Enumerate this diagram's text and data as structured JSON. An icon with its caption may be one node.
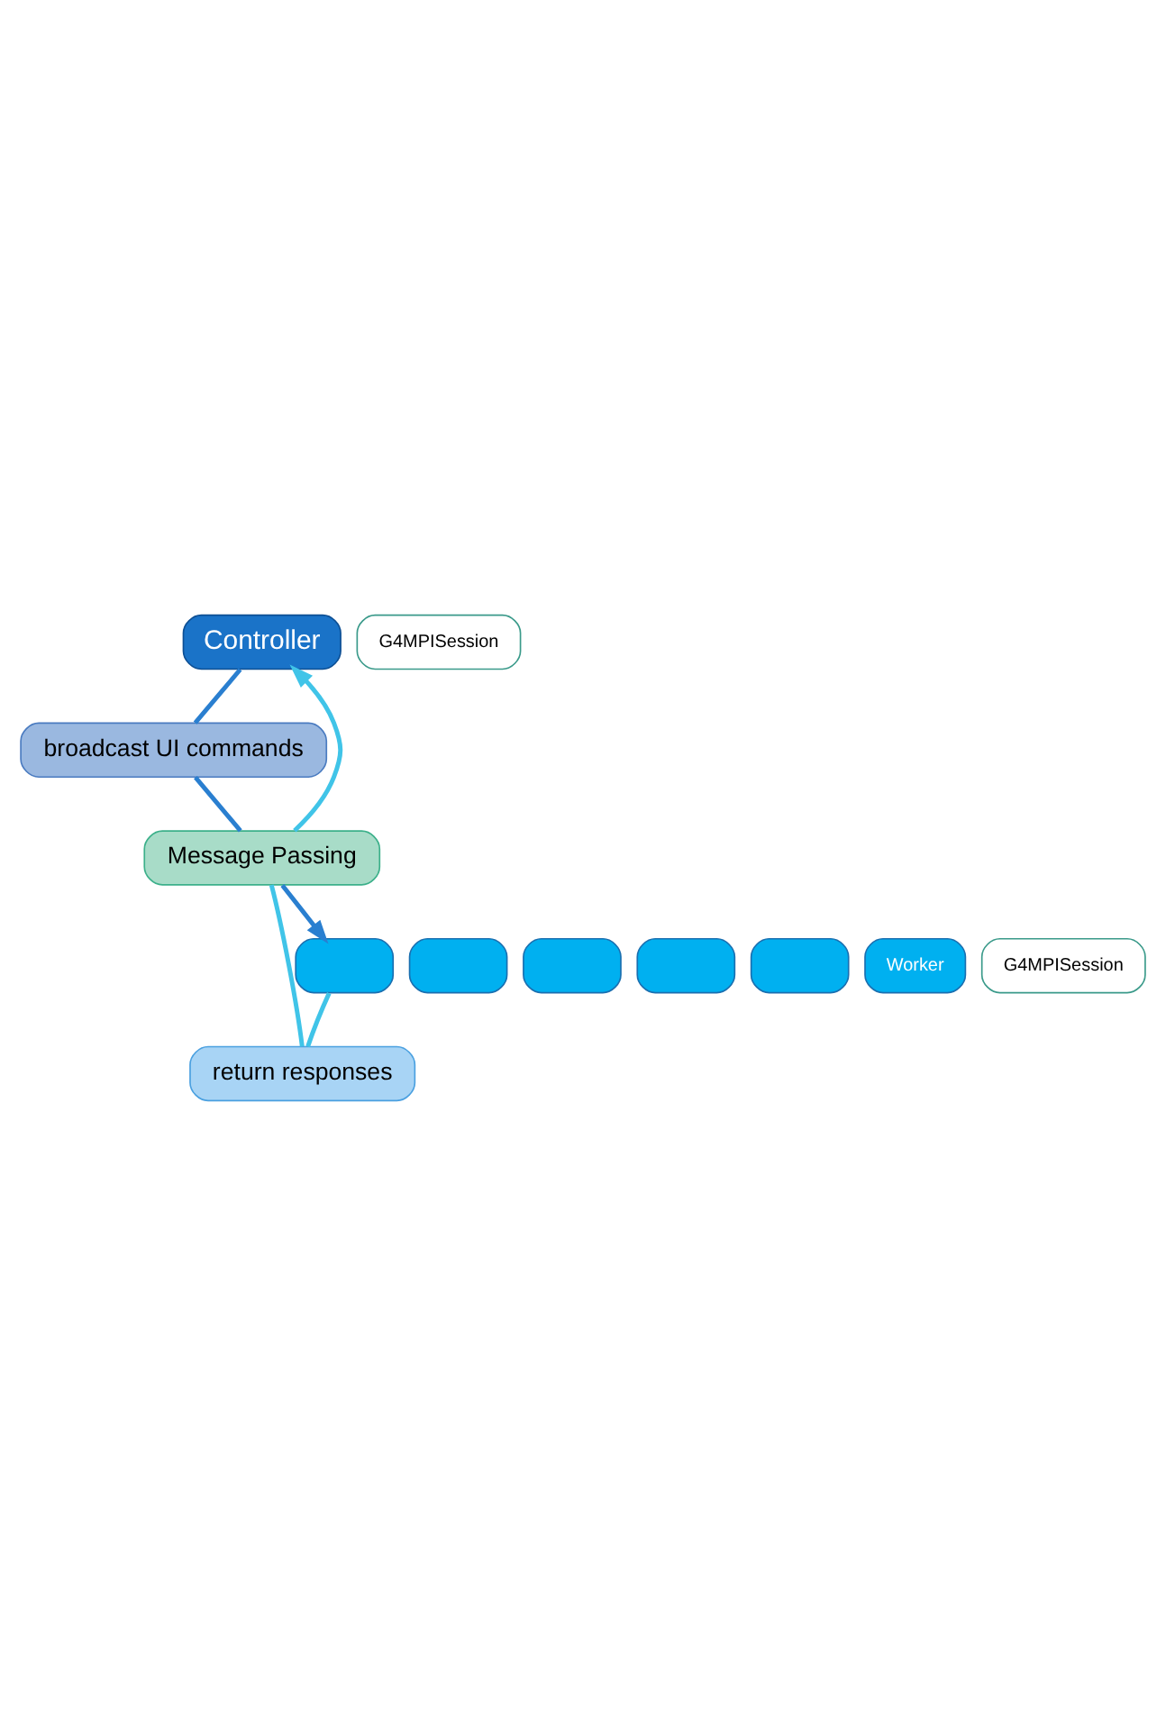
{
  "diagram": {
    "nodes": [
      {
        "text": [
          "Controller"
        ]
      },
      {
        "text": [
          "G4MPISession"
        ]
      },
      {
        "text": [
          "broadcast UI commands"
        ]
      },
      {
        "text": [
          "Message Passing"
        ]
      },
      {
        "text": [
          "return responses"
        ]
      },
      {
        "text": [],
        "shape": "box"
      },
      {
        "text": [],
        "shape": "box"
      },
      {
        "text": [],
        "shape": "box"
      },
      {
        "text": [],
        "shape": "box"
      },
      {
        "text": [],
        "shape": "box"
      },
      {
        "text": [
          "Worker"
        ]
      },
      {
        "text": [
          "G4MPISession"
        ]
      }
    ],
    "edges": [
      {
        "from": 0,
        "to": 2,
        "arrow": "none"
      },
      {
        "from": 2,
        "to": 3,
        "arrow": "none"
      },
      {
        "from": 3,
        "to": 5,
        "arrow": "to"
      },
      {
        "from": 5,
        "to": 4,
        "arrow": "none",
        "color": "#40c4e8"
      },
      {
        "from": 4,
        "to": 3,
        "arrow": "none",
        "color": "#40c4e8"
      },
      {
        "from": 3,
        "to": 0,
        "arrow": "to",
        "color": "#40c4e8"
      }
    ]
  }
}
